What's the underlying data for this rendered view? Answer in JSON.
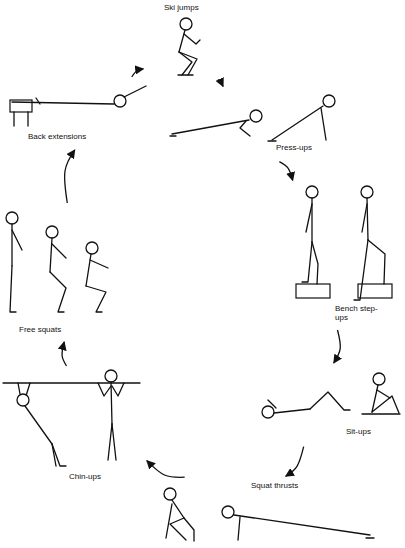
{
  "diagram": {
    "nodes": [
      {
        "text": [
          "Ski jumps"
        ]
      },
      {
        "text": [
          "Press-ups"
        ]
      },
      {
        "text": [
          "Bench step-ups"
        ]
      },
      {
        "text": [
          "Sit-ups"
        ]
      },
      {
        "text": [
          "Squat thrusts"
        ]
      },
      {
        "text": [
          "Chin-ups"
        ]
      },
      {
        "text": [
          "Free squats"
        ]
      },
      {
        "text": [
          "Back extensions"
        ]
      }
    ],
    "edges": [
      {
        "from": 0,
        "to": 1,
        "arrow": "to"
      },
      {
        "from": 1,
        "to": 2,
        "arrow": "to"
      },
      {
        "from": 2,
        "to": 3,
        "arrow": "to"
      },
      {
        "from": 3,
        "to": 4,
        "arrow": "to"
      },
      {
        "from": 4,
        "to": 5,
        "arrow": "to"
      },
      {
        "from": 5,
        "to": 6,
        "arrow": "to"
      },
      {
        "from": 6,
        "to": 7,
        "arrow": "to"
      },
      {
        "from": 7,
        "to": 0,
        "arrow": "to"
      }
    ]
  }
}
